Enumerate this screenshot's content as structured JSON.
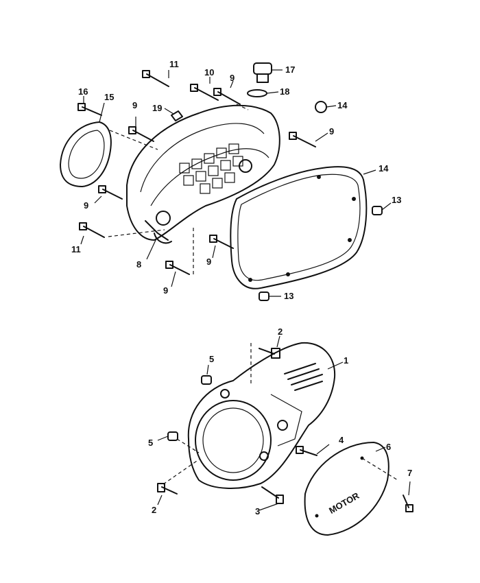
{
  "callouts": {
    "c11a": "11",
    "c10": "10",
    "c9a": "9",
    "c17": "17",
    "c16": "16",
    "c15": "15",
    "c9b": "9",
    "c19": "19",
    "c18": "18",
    "c14a": "14",
    "c9c": "9",
    "c14b": "14",
    "c13a": "13",
    "c9d": "9",
    "c11b": "11",
    "c8": "8",
    "c9e": "9",
    "c9f": "9",
    "c13b": "13",
    "c2a": "2",
    "c5a": "5",
    "c1": "1",
    "c5b": "5",
    "c4": "4",
    "c6": "6",
    "c7": "7",
    "c2b": "2",
    "c3": "3"
  },
  "cover_badge": "MOTOR"
}
